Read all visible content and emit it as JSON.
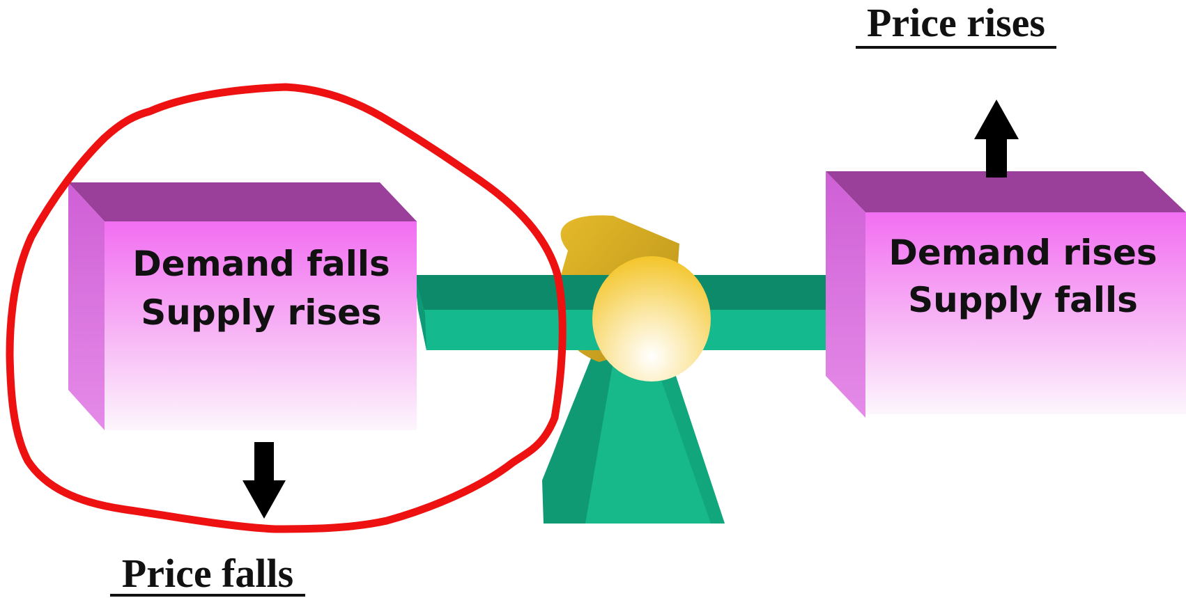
{
  "title": {
    "top": "Price rises",
    "bottom": "Price falls"
  },
  "boxes": {
    "left": {
      "line1": "Demand falls",
      "line2": "Supply rises"
    },
    "right": {
      "line1": "Demand rises",
      "line2": "Supply falls"
    }
  },
  "colors": {
    "box_face_top": "#f26ef2",
    "box_face_bottom": "#fdf5fd",
    "box_top": "#9a3f9a",
    "box_side": "#cf5fd6",
    "beam_top": "#0d8a6a",
    "beam_front": "#15b98e",
    "fulcrum": "#17b98b",
    "pivot": "#d7ae1e",
    "pivot_face_top": "#f5c72b",
    "annotation": "#ee1111",
    "arrow": "#000000"
  },
  "icons": {
    "up_arrow": "arrow-up-icon",
    "down_arrow": "arrow-down-icon"
  }
}
